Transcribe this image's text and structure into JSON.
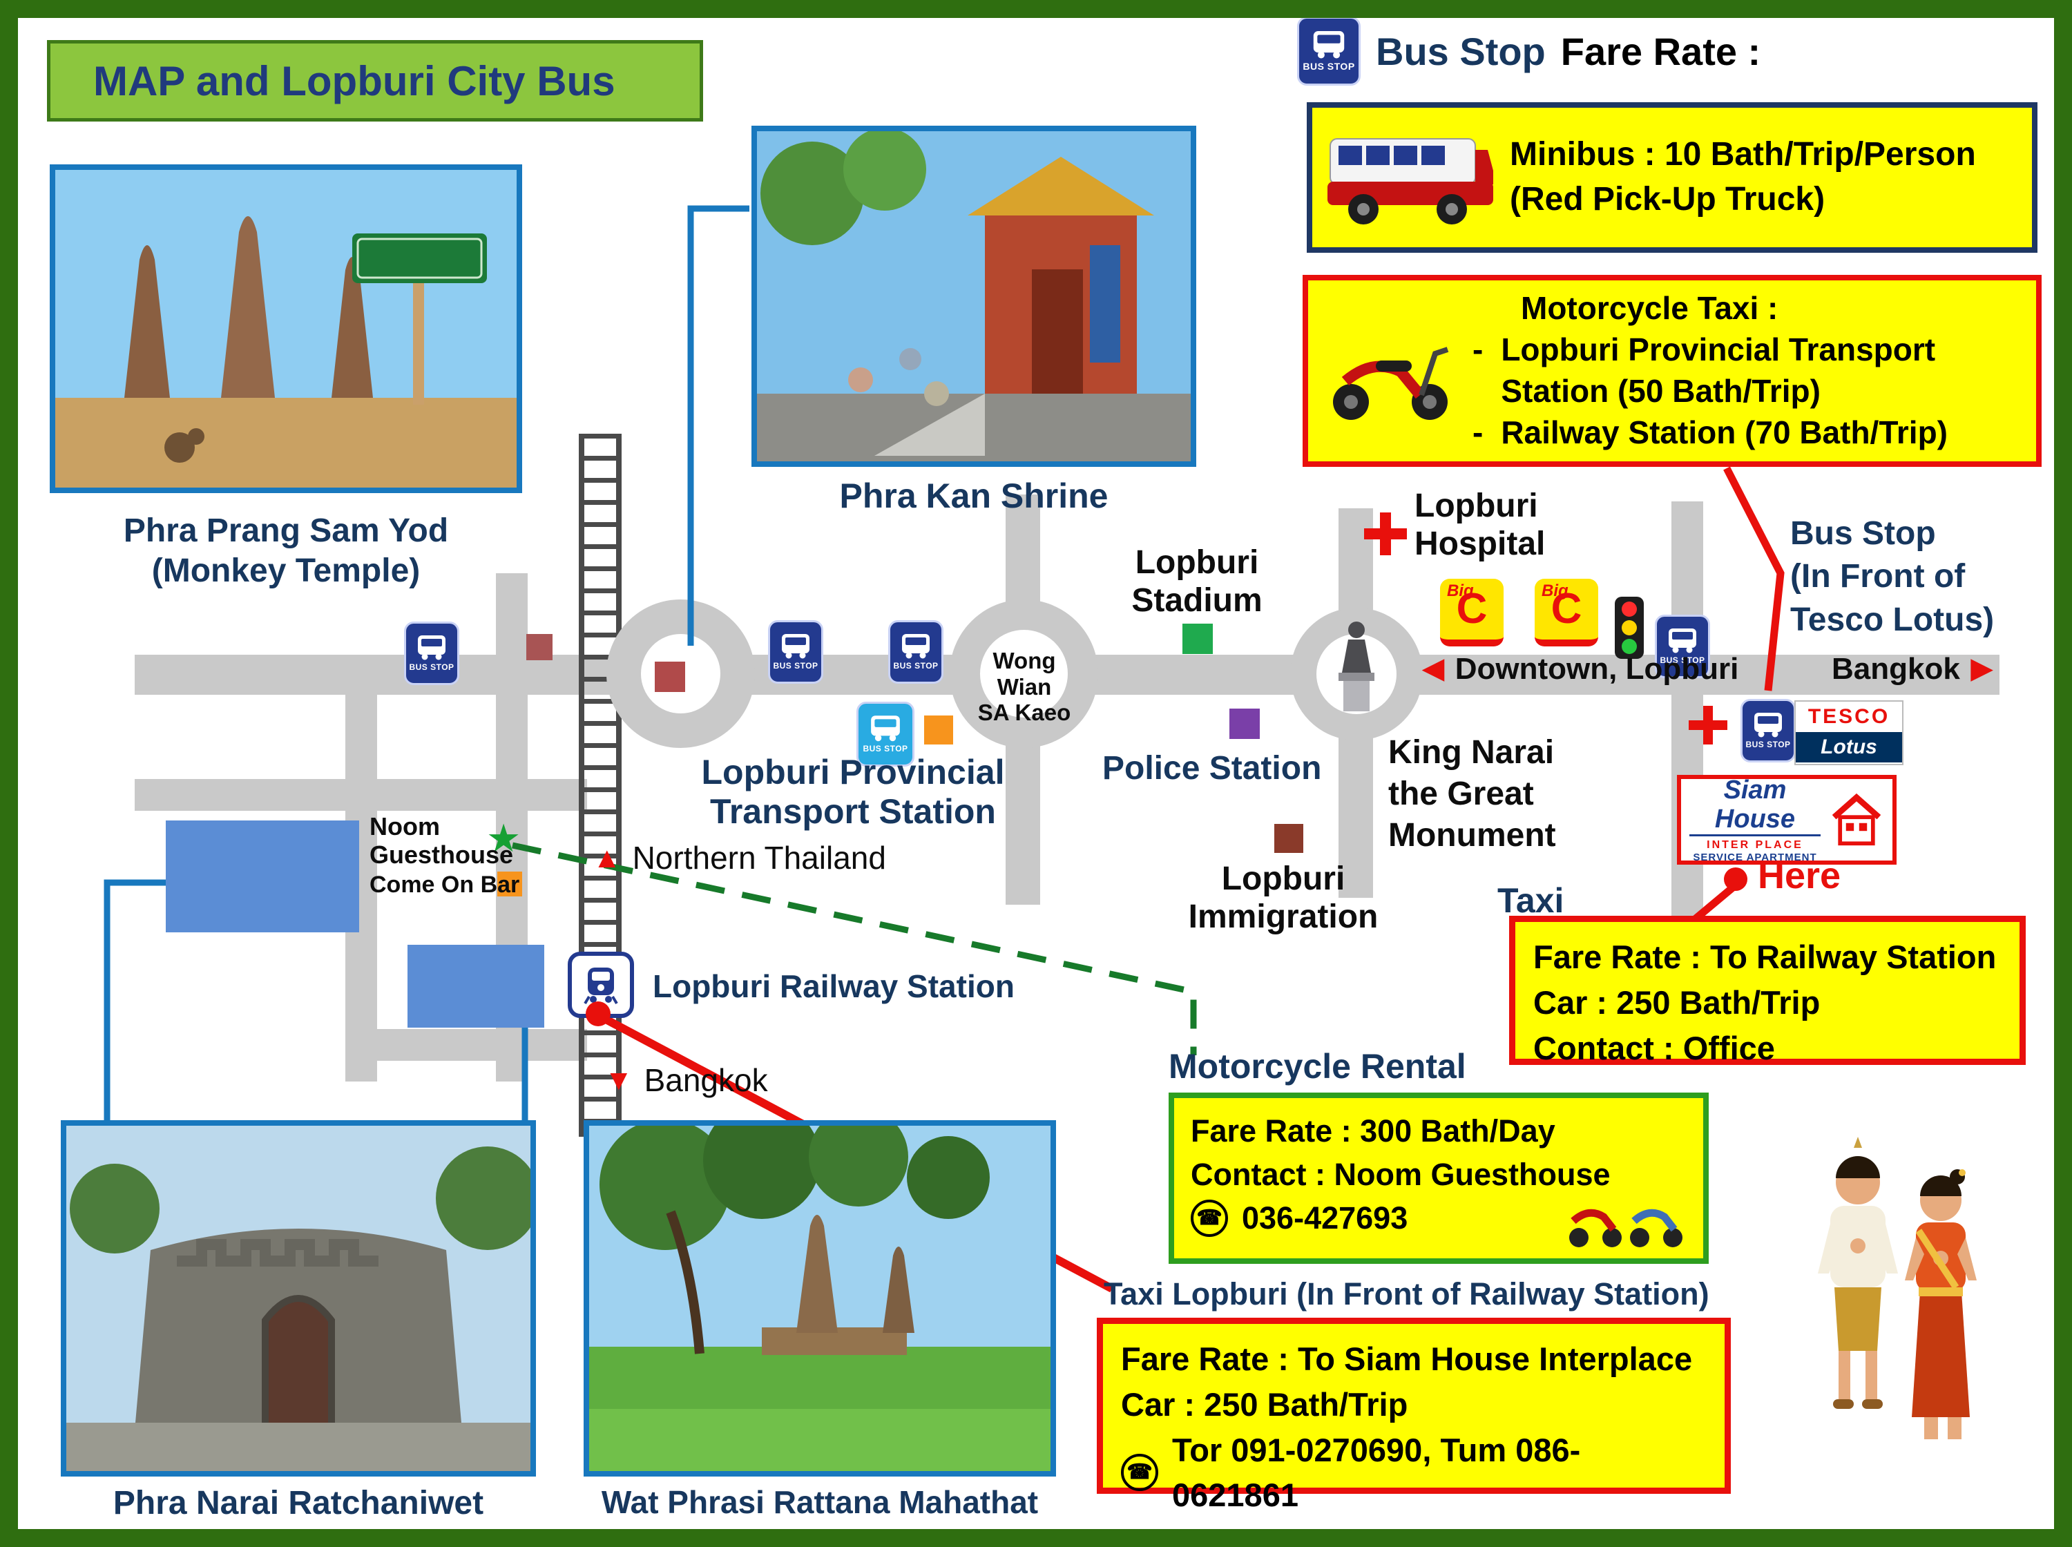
{
  "title": "MAP and Lopburi City Bus",
  "fare_header": {
    "bus_stop_label": "Bus Stop",
    "fare_rate_label": "Fare Rate :"
  },
  "icons": {
    "bus_stop_label": "BUS STOP"
  },
  "boxes": {
    "minibus": {
      "line1": "Minibus : 10 Bath/Trip/Person",
      "line2": "(Red Pick-Up Truck)"
    },
    "motorcycle_taxi": {
      "title": "Motorcycle Taxi :",
      "dash1": "-",
      "item1": "Lopburi Provincial Transport Station (50 Bath/Trip)",
      "dash2": "-",
      "item2": "Railway Station (70 Bath/Trip)"
    },
    "taxi_office": {
      "bold1": "Fare Rate",
      "rest1": " : To Railway Station",
      "line2": "Car : 250 Bath/Trip",
      "line3": "Contact : Office"
    },
    "motorcycle_rental": {
      "heading": "Motorcycle Rental",
      "bold1": "Fare Rate",
      "rest1": " : 300 Bath/Day",
      "line2": "Contact : Noom Guesthouse",
      "phone": "036-427693"
    },
    "taxi_lopburi": {
      "heading": "Taxi Lopburi (In Front of Railway Station)",
      "bold1": "Fare Rate",
      "rest1": " : To Siam House Interplace",
      "line2": "Car : 250 Bath/Trip",
      "phone": "Tor 091-0270690, Tum 086-0621861"
    }
  },
  "photos": {
    "phra_prang": {
      "caption1": "Phra Prang Sam Yod",
      "caption2": "(Monkey Temple)"
    },
    "phra_kan": {
      "caption": "Phra Kan Shrine"
    },
    "phra_narai": {
      "caption": "Phra Narai Ratchaniwet"
    },
    "wat_phrasi": {
      "caption": "Wat Phrasi Rattana Mahathat"
    }
  },
  "map": {
    "wong_wian1": "Wong Wian",
    "wong_wian2": "SA Kaeo",
    "stadium1": "Lopburi",
    "stadium2": "Stadium",
    "hospital1": "Lopburi",
    "hospital2": "Hospital",
    "bus_stop_tesco1": "Bus Stop",
    "bus_stop_tesco2": "(In Front of",
    "bus_stop_tesco3": "Tesco Lotus)",
    "downtown": "Downtown, Lopburi",
    "bangkok_east": "Bangkok",
    "transport1": "Lopburi Provincial",
    "transport2": "Transport Station",
    "police": "Police Station",
    "king_narai1": "King Narai",
    "king_narai2": "the Great",
    "king_narai3": "Monument",
    "immigration1": "Lopburi",
    "immigration2": "Immigration",
    "taxi": "Taxi",
    "noom1": "Noom",
    "noom2": "Guesthouse",
    "come_on_bar": "Come On Bar",
    "northern": "Northern Thailand",
    "railway_station": "Lopburi Railway Station",
    "bangkok_south": "Bangkok",
    "here": "Here",
    "arrow_left": "◀",
    "arrow_right": "▶",
    "arrow_up": "▲",
    "arrow_down": "▼",
    "star": "★",
    "phone_glyph": "☎"
  },
  "logos": {
    "tesco": "TESCO",
    "lotus": "Lotus",
    "bigc_big": "Big",
    "bigc_c": "C",
    "siam1": "Siam House",
    "siam2": "INTER PLACE",
    "siam3": "SERVICE APARTMENT"
  },
  "colors": {
    "frame_green": "#2f6e10",
    "title_green": "#8cc63e",
    "yellow": "#ffff00",
    "navy": "#17375e",
    "red": "#e8100c",
    "road_gray": "#c9c9c9",
    "photo_border": "#1878be",
    "building_blue": "#5b8dd5",
    "rental_border_green": "#2e9e1f"
  }
}
